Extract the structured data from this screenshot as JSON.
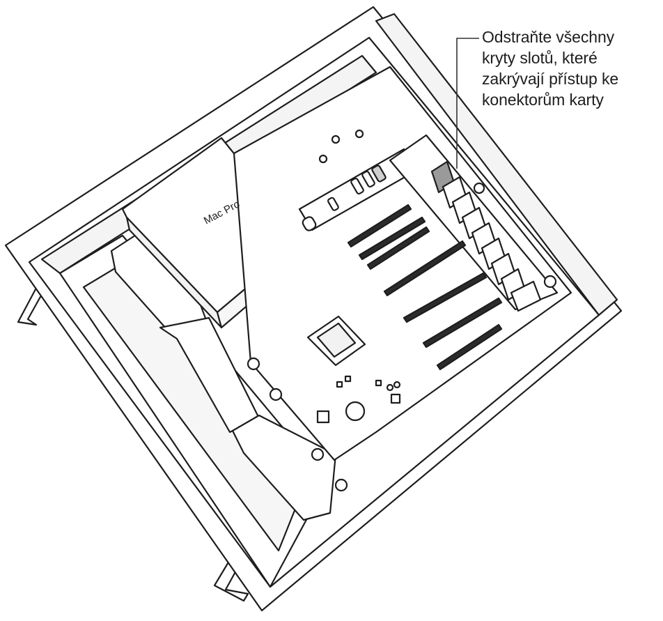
{
  "figure": {
    "subject": "Mac Pro tower, side panel removed, viewed from above at an angle",
    "case_label": "Mac Pro",
    "callout_lines": [
      "Odstraňte všechny",
      "kryty slotů, které",
      "zakrývají přístup ke",
      "konektorům karty"
    ]
  },
  "colors": {
    "line": "#1d1d1f",
    "fill": "#ffffff",
    "shade": "#d9d9d9",
    "dark": "#2b2b2b",
    "callout_leader": "#333333"
  }
}
